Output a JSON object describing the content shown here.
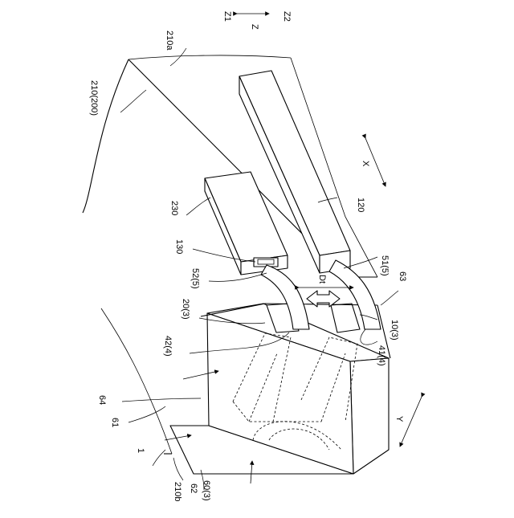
{
  "labels": {
    "z1": "Z1",
    "z": "Z",
    "z2": "Z2",
    "x": "X",
    "y": "Y",
    "l210a": "210a",
    "l210_200": "210(200)",
    "l230": "230",
    "l130": "130",
    "l120": "120",
    "l52_5": "52(5)",
    "l51_5": "51(5)",
    "l20_3": "20(3)",
    "l63": "63",
    "l10_3": "10(3)",
    "l42_4": "42(4)",
    "l41_4": "41(4)",
    "l64": "64",
    "l61": "61",
    "l1": "1",
    "l62": "62",
    "l210b": "210b",
    "l60_3": "60(3)",
    "dt": "Dt"
  }
}
